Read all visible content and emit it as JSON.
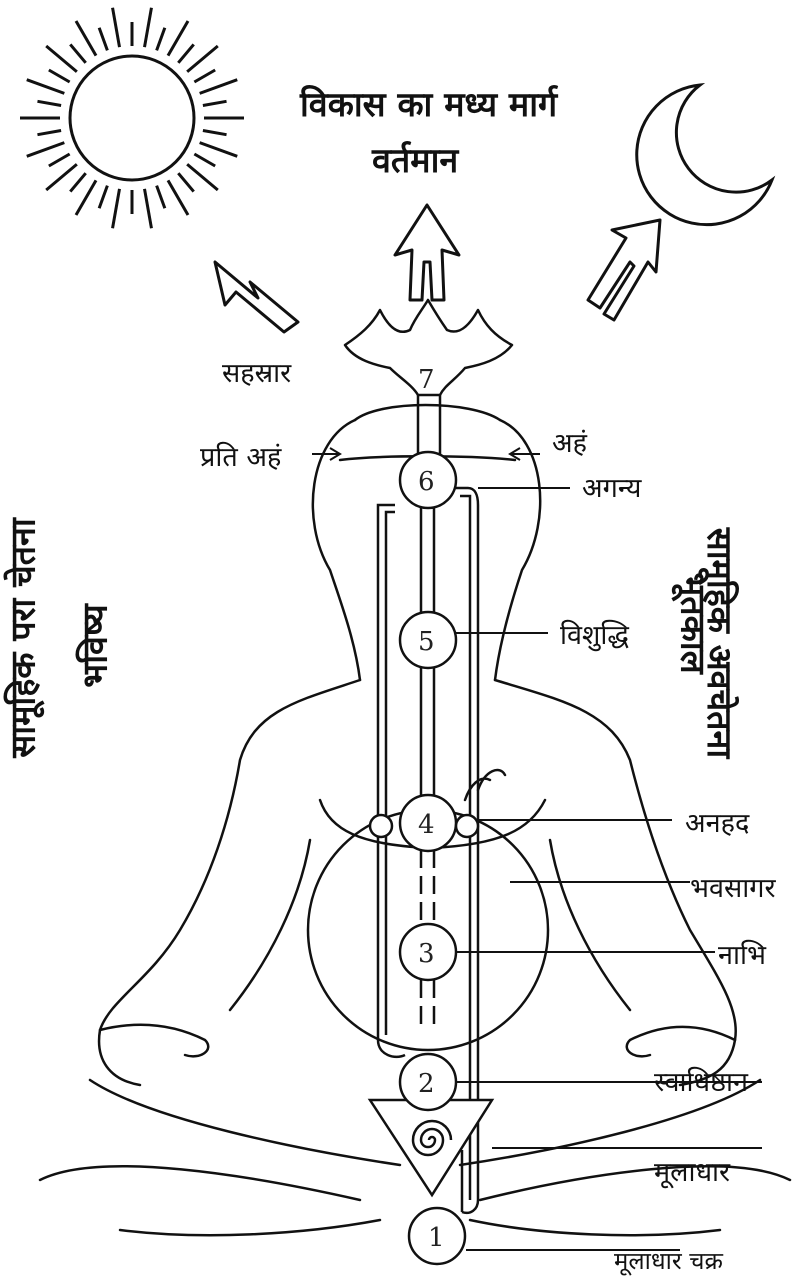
{
  "title": {
    "line1": "विकास का मध्य मार्ग",
    "line2": "वर्तमान"
  },
  "left_vertical": {
    "line1": "सामूहिक परा चेतना",
    "line2": "भविष्य"
  },
  "right_vertical": {
    "line1": "सामूहिक अवचेतना",
    "line2": "भूतकाल"
  },
  "labels": {
    "sahasrara": "सहस्रार",
    "prati_aham": "प्रति अहं",
    "aham": "अहं",
    "agnya": "अगन्य",
    "vishuddhi": "विशुद्धि",
    "anahad": "अनहद",
    "bhavsagar": "भवसागर",
    "nabhi": "नाभि",
    "swadhisthan": "स्वाधिष्ठान",
    "muladhara": "मूलाधार",
    "muladhara_chakra": "मूलाधार चक्र"
  },
  "chakra_numbers": [
    "1",
    "2",
    "3",
    "4",
    "5",
    "6",
    "7"
  ],
  "icons": [
    "sun-icon",
    "moon-icon",
    "arrow-up-left-icon",
    "arrow-up-icon",
    "arrow-up-right-icon",
    "lotus-icon",
    "spiral-icon"
  ]
}
